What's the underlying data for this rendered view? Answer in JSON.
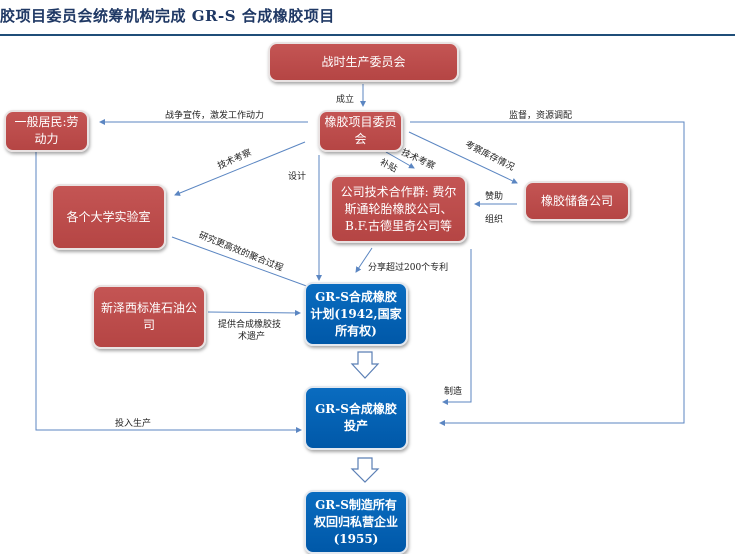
{
  "title": "胶项目委员会统筹机构完成 GR-S 合成橡胶项目",
  "colors": {
    "red_box": "#b84a49",
    "blue_box": "#0a63b8",
    "line": "#5b86c2",
    "rule": "#1f4e79"
  },
  "nodes": {
    "wartime_board": "战时生产委员会",
    "rubber_committee": "橡胶项目委员会",
    "citizens": "一般居民:劳动力",
    "universities": "各个大学实验室",
    "company_group": "公司技术合作群: 费尔斯通轮胎橡胶公司、B.F.古德里奇公司等",
    "reserve_company": "橡胶储备公司",
    "nj_standard_oil": "新泽西标准石油公司",
    "grs_program": "GR-S合成橡胶计划(1942,国家所有权)",
    "grs_production": "GR-S合成橡胶投产",
    "grs_private": "GR-S制造所有权回归私营企业(1955)"
  },
  "edge_labels": {
    "establish": "成立",
    "propaganda": "战争宣传，激发工作动力",
    "supervise": "监督，资源调配",
    "tech_inspect_left": "技术考察",
    "design": "设计",
    "subsidy": "补贴",
    "tech_inspect_right": "技术考察",
    "inspect_inventory": "考察库存情况",
    "sponsor": "赞助",
    "organize": "组织",
    "research": "研究更高效的聚合过程",
    "share_patents": "分享超过200个专利",
    "provide_tech_1": "提供合成橡胶技",
    "provide_tech_2": "术遗产",
    "manufacture": "制造",
    "put_into_production": "投入生产"
  }
}
